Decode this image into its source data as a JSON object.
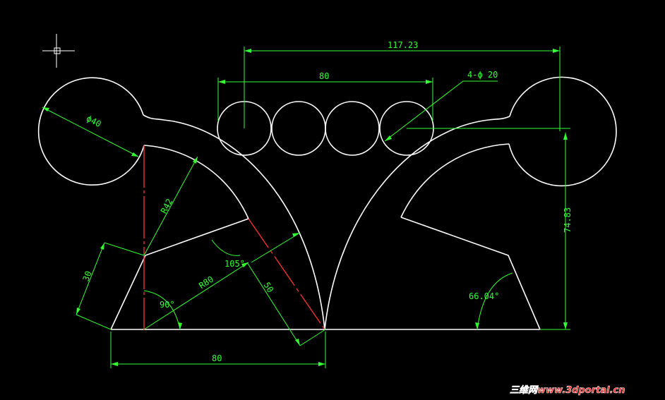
{
  "colors": {
    "background": "#000000",
    "geometry": "#ffffff",
    "dimension": "#33ff33",
    "centerline": "#ff3333",
    "watermark_text": "#ff2020",
    "watermark_outline": "#ffffff"
  },
  "dimensions": {
    "overall_width": "117.23",
    "circle_span": "80",
    "circle_callout": "4-ϕ 20",
    "left_circle_dia": "ϕ40",
    "radius_42": "R42",
    "radius_80": "R80",
    "angle_105": "105°",
    "angle_90": "90°",
    "length_50": "50",
    "length_30": "30",
    "base_80": "80",
    "angle_66": "66.04°",
    "height": "74.83"
  },
  "watermark": "三维网www.3dportal.cn",
  "icons": [
    "crosshair-cursor-icon"
  ]
}
